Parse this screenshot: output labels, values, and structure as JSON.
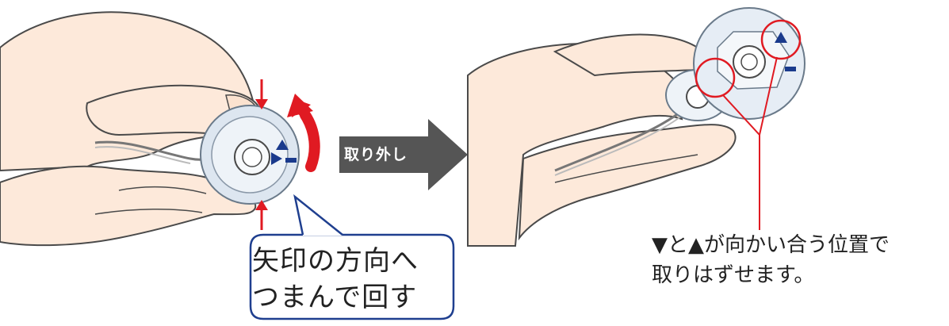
{
  "step_arrow": {
    "label": "取り外し",
    "color": "#555555"
  },
  "callout": {
    "lines": [
      "矢印の方向へ",
      "つまんで回す"
    ],
    "border_color": "#1f3f8f"
  },
  "note": {
    "lines": [
      "▼と▲が向かい合う位置で",
      "取りはずせます。"
    ]
  },
  "colors": {
    "accent_red": "#e01a22",
    "marker_blue": "#1a3a8c",
    "skin_fill": "#fde9da",
    "outline": "#4a4a4a"
  }
}
